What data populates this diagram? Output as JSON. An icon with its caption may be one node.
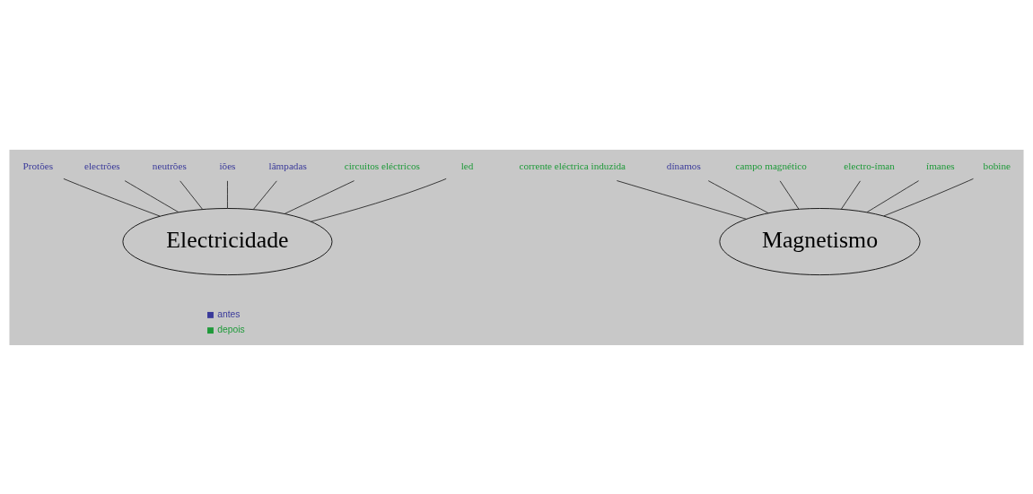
{
  "diagram": {
    "nodes": [
      {
        "text": [
          "Electricidade"
        ]
      },
      {
        "text": [
          "Protões"
        ]
      },
      {
        "text": [
          "electrões"
        ]
      },
      {
        "text": [
          "neutrões"
        ]
      },
      {
        "text": [
          "iões"
        ]
      },
      {
        "text": [
          "lâmpadas"
        ]
      },
      {
        "text": [
          "circuitos eléctricos"
        ]
      },
      {
        "text": [
          "led"
        ]
      },
      {
        "text": [
          "Magnetismo"
        ]
      },
      {
        "text": [
          "corrente eléctrica induzida"
        ]
      },
      {
        "text": [
          "dínamos"
        ]
      },
      {
        "text": [
          "campo magnético"
        ]
      },
      {
        "text": [
          "electro-íman"
        ]
      },
      {
        "text": [
          "ímanes"
        ]
      },
      {
        "text": [
          "bobine"
        ]
      }
    ],
    "edges": [
      {
        "from": 1,
        "to": 0,
        "arrow": "none"
      },
      {
        "from": 2,
        "to": 0,
        "arrow": "none"
      },
      {
        "from": 3,
        "to": 0,
        "arrow": "none"
      },
      {
        "from": 4,
        "to": 0,
        "arrow": "none"
      },
      {
        "from": 5,
        "to": 0,
        "arrow": "none"
      },
      {
        "from": 6,
        "to": 0,
        "arrow": "none"
      },
      {
        "from": 7,
        "to": 0,
        "arrow": "none"
      },
      {
        "from": 9,
        "to": 8,
        "arrow": "none"
      },
      {
        "from": 10,
        "to": 8,
        "arrow": "none"
      },
      {
        "from": 11,
        "to": 8,
        "arrow": "none"
      },
      {
        "from": 12,
        "to": 8,
        "arrow": "none"
      },
      {
        "from": 13,
        "to": 8,
        "arrow": "none"
      },
      {
        "from": 14,
        "to": 8,
        "arrow": "none"
      }
    ],
    "legend": [
      {
        "text": "antes",
        "color": "#3a3a9a"
      },
      {
        "text": "depois",
        "color": "#1f9a3a"
      }
    ]
  }
}
